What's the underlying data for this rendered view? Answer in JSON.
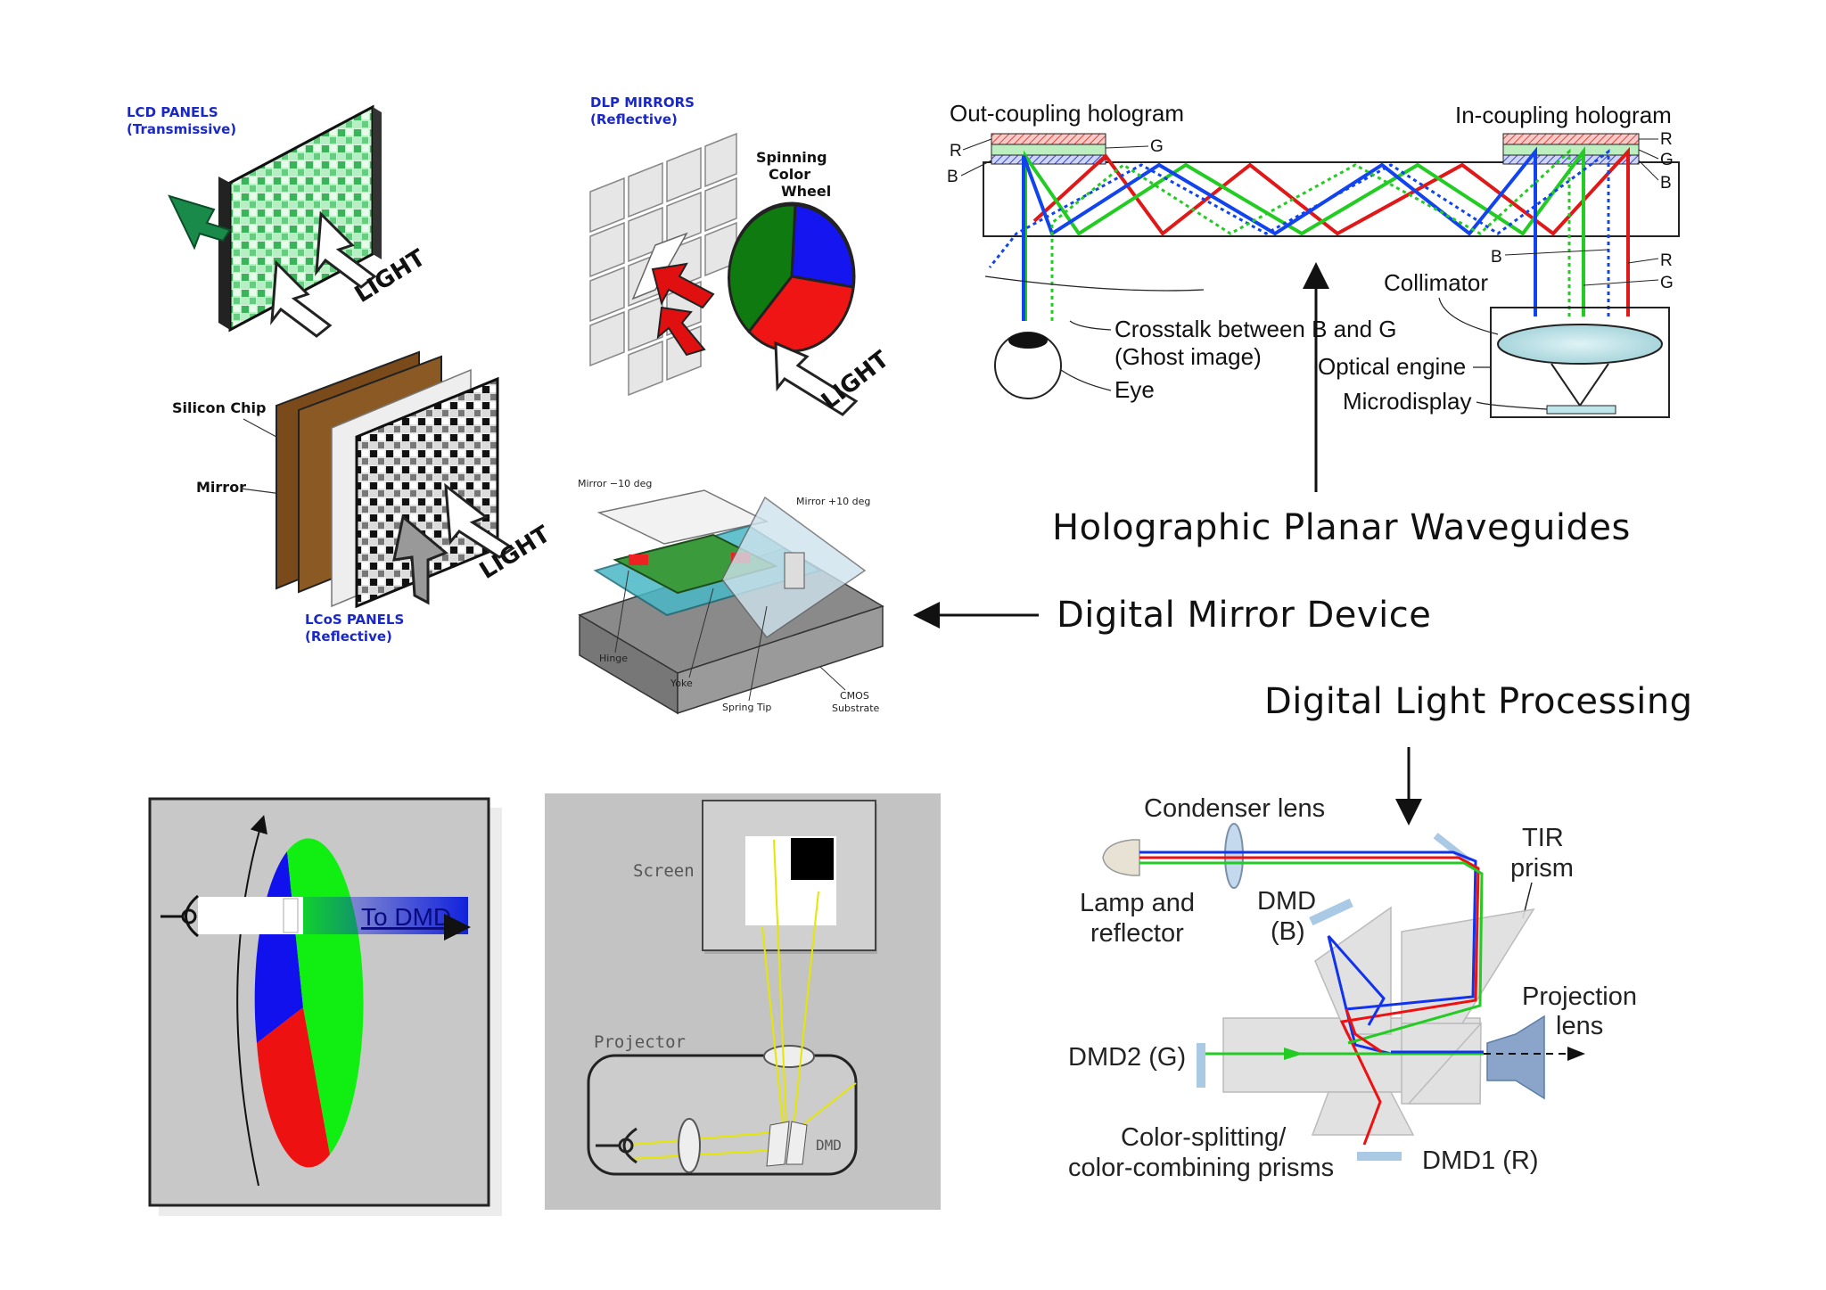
{
  "panels": {
    "lcd_title": "LCD PANELS",
    "lcd_sub": "(Transmissive)",
    "light": "LIGHT",
    "dlp_title": "DLP MIRRORS",
    "dlp_sub": "(Reflective)",
    "wheel_l1": "Spinning",
    "wheel_l2": "Color",
    "wheel_l3": "Wheel",
    "silicon_chip": "Silicon Chip",
    "mirror": "Mirror",
    "lcos_title": "LCoS PANELS",
    "lcos_sub": "(Reflective)"
  },
  "dmd_detail": {
    "mirror_minus": "Mirror −10 deg",
    "mirror_plus": "Mirror +10 deg",
    "hinge": "Hinge",
    "yoke": "Yoke",
    "spring_tip": "Spring Tip",
    "cmos_l1": "CMOS",
    "cmos_l2": "Substrate"
  },
  "waveguide": {
    "out_coupling": "Out-coupling hologram",
    "in_coupling": "In-coupling hologram",
    "r": "R",
    "g": "G",
    "b": "B",
    "collimator": "Collimator",
    "crosstalk_l1": "Crosstalk between B and G",
    "crosstalk_l2": "(Ghost image)",
    "eye": "Eye",
    "optical_engine": "Optical engine",
    "microdisplay": "Microdisplay"
  },
  "captions": {
    "holographic": "Holographic Planar Waveguides",
    "dmd": "Digital Mirror Device",
    "dlp": "Digital Light Processing"
  },
  "color_wheel": {
    "to_dmd": "To DMD"
  },
  "projector": {
    "screen": "Screen",
    "projector": "Projector",
    "dmd": "DMD"
  },
  "dlp_diagram": {
    "condenser": "Condenser lens",
    "tir_l1": "TIR",
    "tir_l2": "prism",
    "lamp_l1": "Lamp and",
    "lamp_l2": "reflector",
    "dmd_b_l1": "DMD",
    "dmd_b_l2": "(B)",
    "projection_l1": "Projection",
    "projection_l2": "lens",
    "dmd2": "DMD2 (G)",
    "splitting_l1": "Color-splitting/",
    "splitting_l2": "color-combining prisms",
    "dmd1": "DMD1 (R)"
  },
  "colors": {
    "red": "#ee1111",
    "green": "#22cc22",
    "blue": "#1133ee",
    "label_blue": "#1a28c8",
    "panel_gray": "#c8c8c8"
  }
}
